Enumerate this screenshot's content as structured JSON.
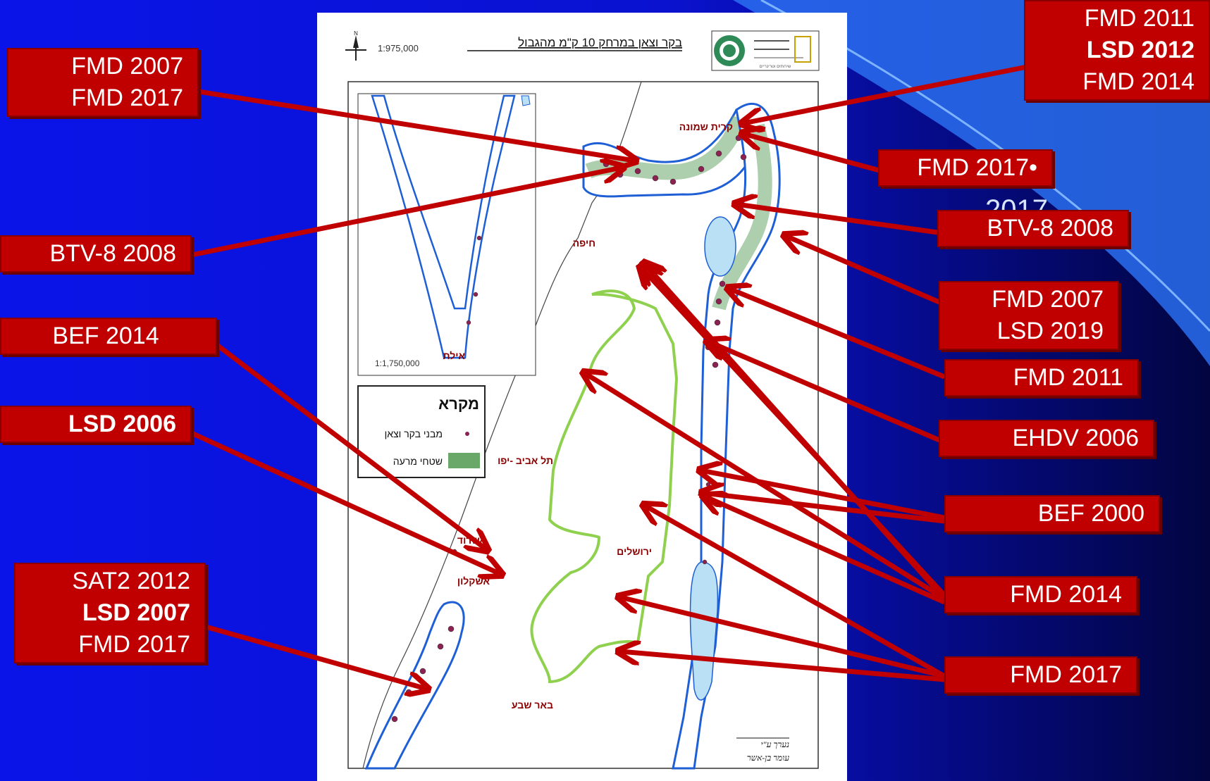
{
  "map": {
    "title": "בקר וצאן במרחק 10 ק\"מ מהגבול",
    "scale_main": "1:975,000",
    "scale_inset": "1:1,750,000",
    "north_label": "N",
    "logo_text": "שירותים וטרינריים",
    "legend": {
      "title": "מקרא",
      "items": [
        {
          "label": "מבני בקר וצאן"
        },
        {
          "label": "שטחי מרעה"
        }
      ]
    },
    "cities": {
      "kiryat_shmona": "קרית שמונה",
      "haifa": "חיפה",
      "tel_aviv": "תל אביב -יפו",
      "ashdod": "אשדוד",
      "ashkelon": "אשקלון",
      "jerusalem": "ירושלים",
      "beer_sheva": "באר שבע",
      "eilat": "אילת"
    },
    "credit_line1": "נערך ע\"י",
    "credit_line2": "עומר בן-אשר"
  },
  "labels": {
    "l_fmd_2007_2017": [
      "FMD 2007",
      "FMD 2017"
    ],
    "l_btv_left": [
      "BTV-8 2008"
    ],
    "l_bef_2014": [
      "BEF 2014"
    ],
    "l_lsd_2006": [
      "LSD 2006"
    ],
    "l_sat2": [
      "SAT2 2012",
      "LSD 2007",
      "FMD 2017"
    ],
    "l_top_right": [
      "FMD 2011",
      "LSD 2012",
      "FMD 2014"
    ],
    "l_fmd_2017_dot": [
      "FMD 2017•"
    ],
    "ghost_text": "2017",
    "l_btv_right": [
      "BTV-8 2008"
    ],
    "l_fmd2007_lsd2019": [
      "FMD 2007",
      "LSD 2019"
    ],
    "l_fmd_2011": [
      "FMD 2011"
    ],
    "l_ehdv": [
      "EHDV 2006"
    ],
    "l_bef_2000": [
      "BEF  2000"
    ],
    "l_fmd_2014": [
      "FMD 2014"
    ],
    "l_fmd_2017_bottom": [
      "FMD 2017"
    ]
  },
  "colors": {
    "arrow": "#c00000",
    "label_bg": "#c00000",
    "border_buffer": "#1e5fd6",
    "green_line": "#8fd14f",
    "grazing": "#6aa86a",
    "water": "#b9e0f5"
  }
}
